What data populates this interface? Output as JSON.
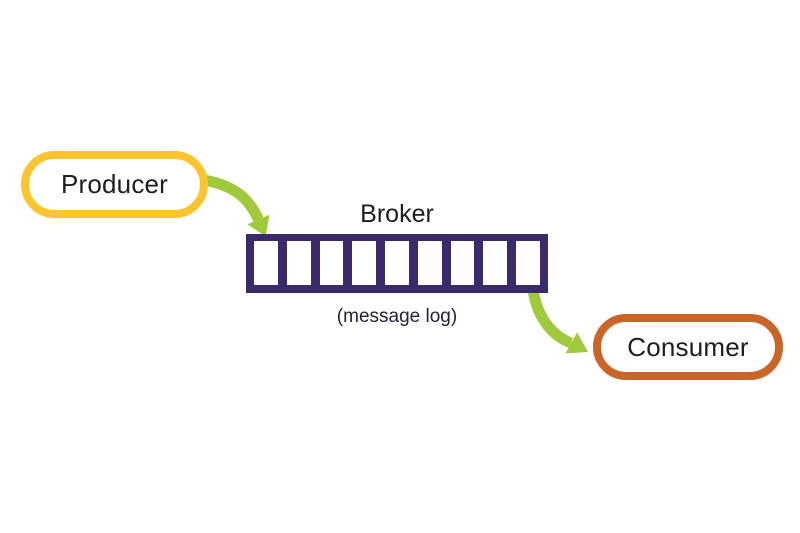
{
  "nodes": {
    "producer": {
      "label": "Producer",
      "border_color": "#fcc52d"
    },
    "broker": {
      "label": "Broker",
      "sublabel": "(message log)",
      "bar_color": "#3b2a69",
      "cell_color": "#ffffff",
      "cell_count": 9
    },
    "consumer": {
      "label": "Consumer",
      "border_color": "#c96526"
    }
  },
  "edges": [
    {
      "from": "producer",
      "to": "broker"
    },
    {
      "from": "broker",
      "to": "consumer"
    }
  ],
  "colors": {
    "arrow_green": "#9fca3b",
    "text": "#1d1d22",
    "background": "#ffffff"
  }
}
